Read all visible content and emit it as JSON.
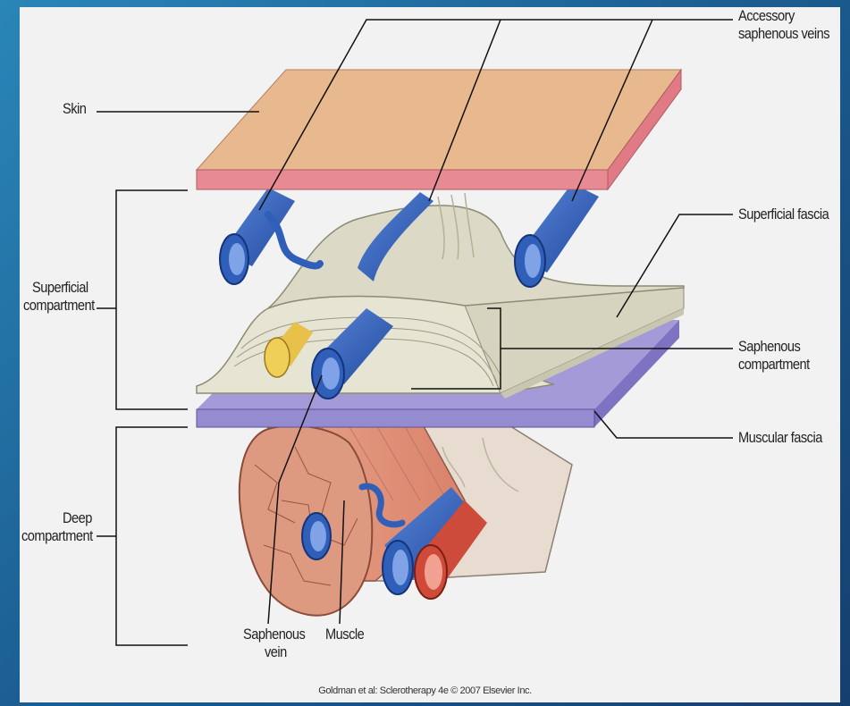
{
  "labels": {
    "skin": "Skin",
    "accessory_line1": "Accessory",
    "accessory_line2": "saphenous veins",
    "superficial_fascia": "Superficial fascia",
    "superficial_compartment_line1": "Superficial",
    "superficial_compartment_line2": "compartment",
    "saphenous_compartment_line1": "Saphenous",
    "saphenous_compartment_line2": "compartment",
    "muscular_fascia": "Muscular fascia",
    "deep_compartment_line1": "Deep",
    "deep_compartment_line2": "compartment",
    "saphenous_vein_line1": "Saphenous",
    "saphenous_vein_line2": "vein",
    "muscle": "Muscle"
  },
  "credit": "Goldman et al: Sclerotherapy 4e © 2007 Elsevier Inc.",
  "colors": {
    "background": "#1c5f93",
    "panel": "#f2f2f2",
    "skin_top": "#e8b88f",
    "skin_side": "#e07b86",
    "fascia": "#d9d8c4",
    "muscular_fascia": "#9b8fd1",
    "vein": "#2f5fb8",
    "artery": "#d04a3a",
    "muscle": "#e0957a",
    "nerve": "#f0c84a"
  }
}
